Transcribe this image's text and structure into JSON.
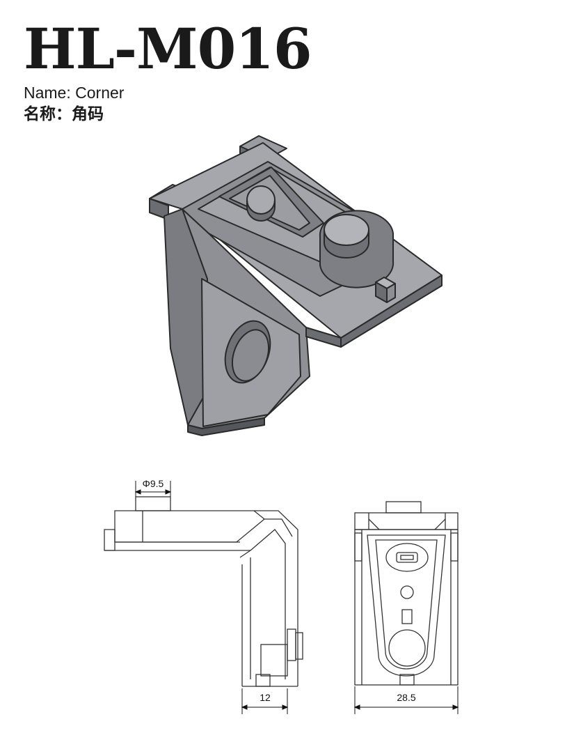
{
  "product": {
    "model": "HL-M016",
    "name_en": "Name: Corner",
    "name_cn": "名称：角码"
  },
  "drawing": {
    "diameter_label": "Φ9.5",
    "side_width_label": "12",
    "front_width_label": "28.5"
  },
  "colors": {
    "part_dark": "#6b6d72",
    "part_mid": "#8b8d92",
    "part_light": "#a7a9ae",
    "outline": "#2a2a2a",
    "line_drawing": "#333333"
  }
}
